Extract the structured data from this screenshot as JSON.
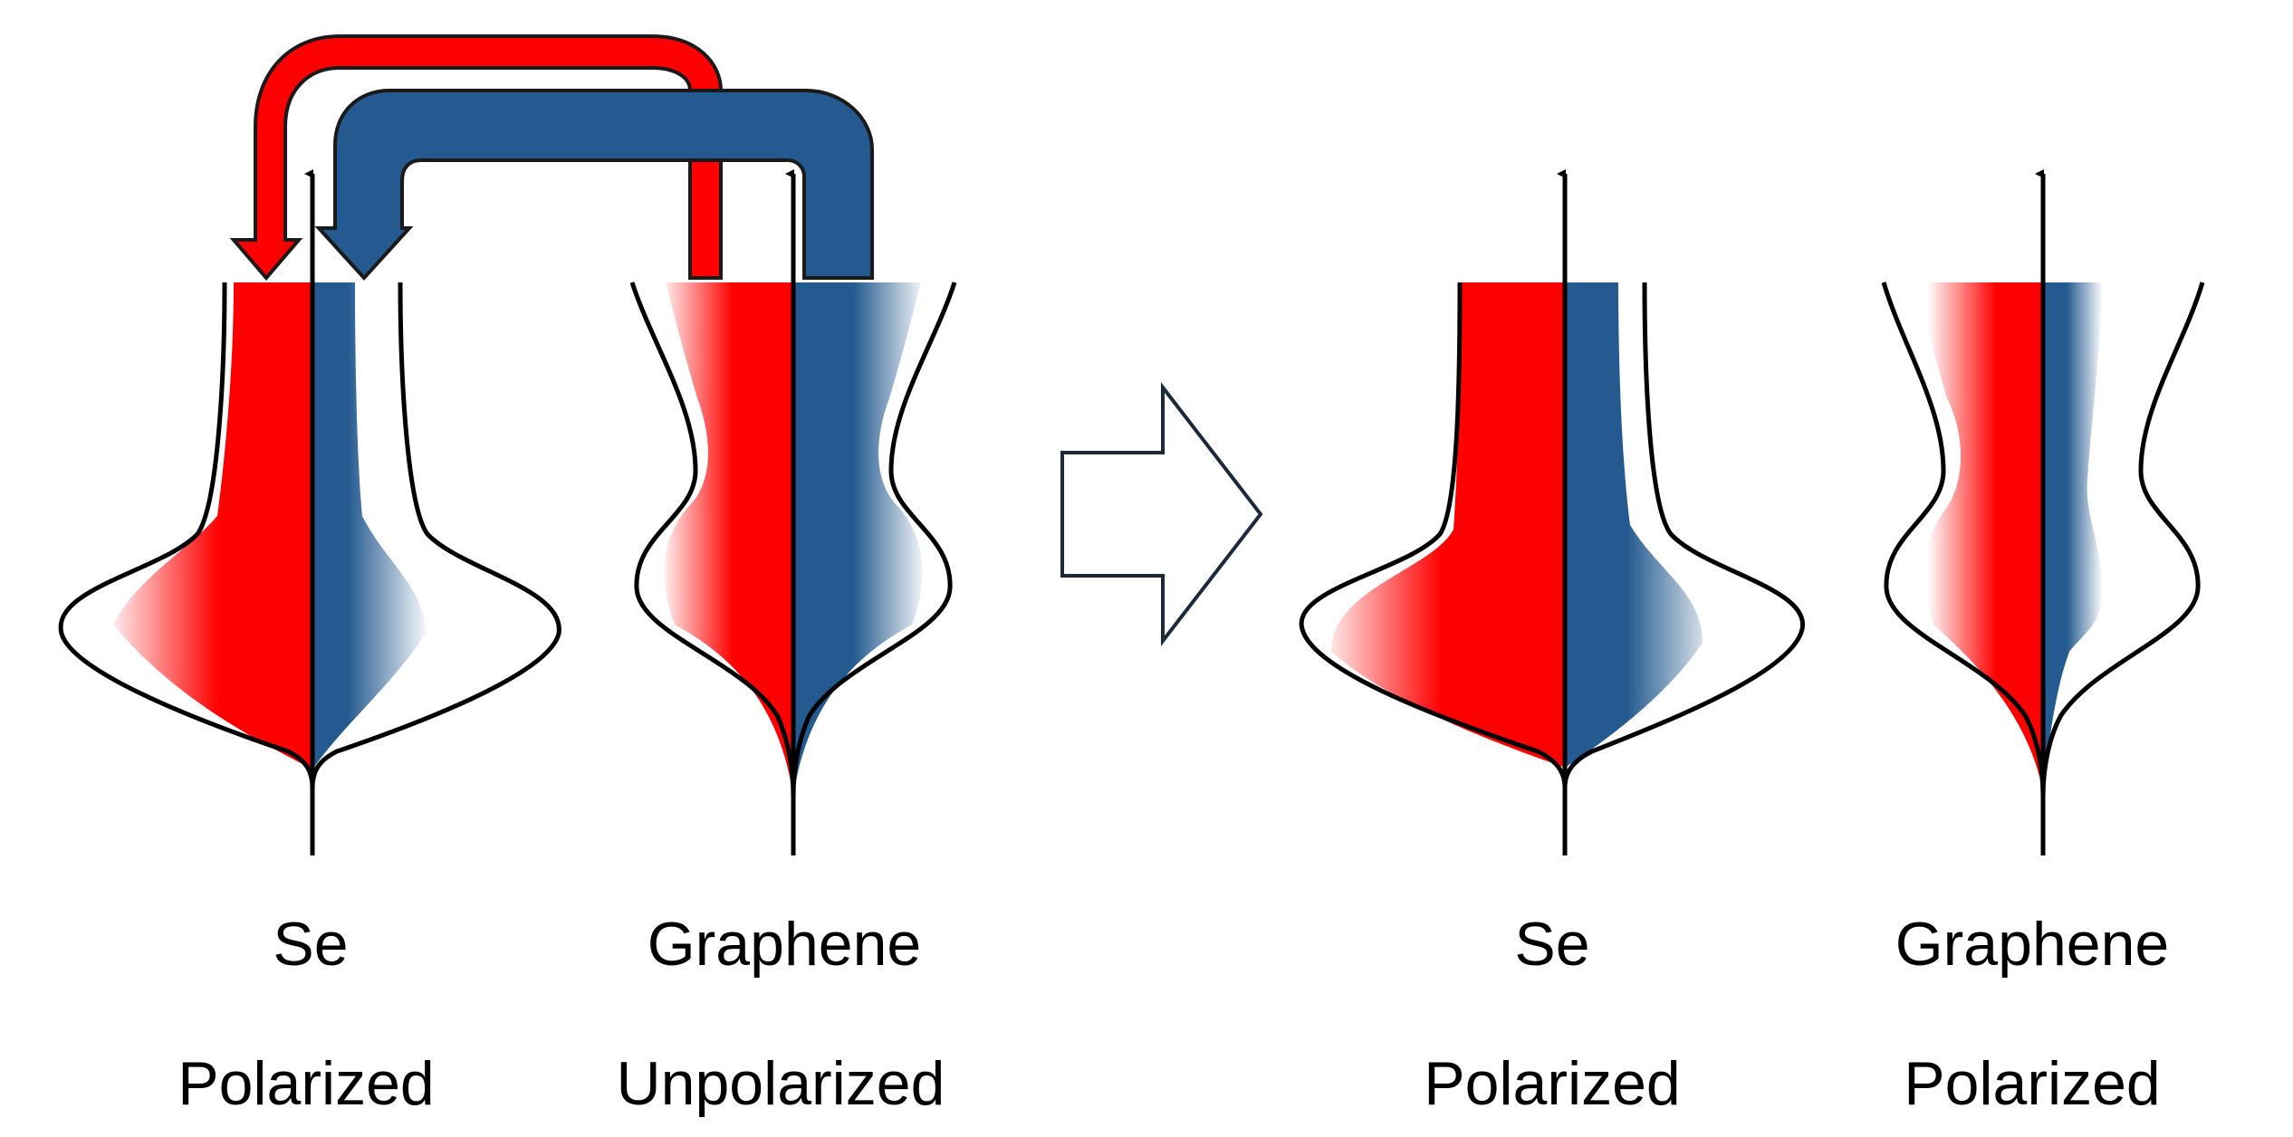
{
  "colors": {
    "spin_up": "#ff0000",
    "spin_down": "#245a8f",
    "outline": "#000000",
    "transition_arrow_stroke": "#1a2a3a",
    "background": "#ffffff"
  },
  "icons": {
    "transfer_arrows": "curved-arrow-icon",
    "process_arrow": "right-block-arrow-icon"
  },
  "panels": [
    {
      "material": "Se",
      "state": "Polarized"
    },
    {
      "material": "Graphene",
      "state": "Unpolarized"
    },
    {
      "material": "Se",
      "state": "Polarized"
    },
    {
      "material": "Graphene",
      "state": "Polarized"
    }
  ]
}
